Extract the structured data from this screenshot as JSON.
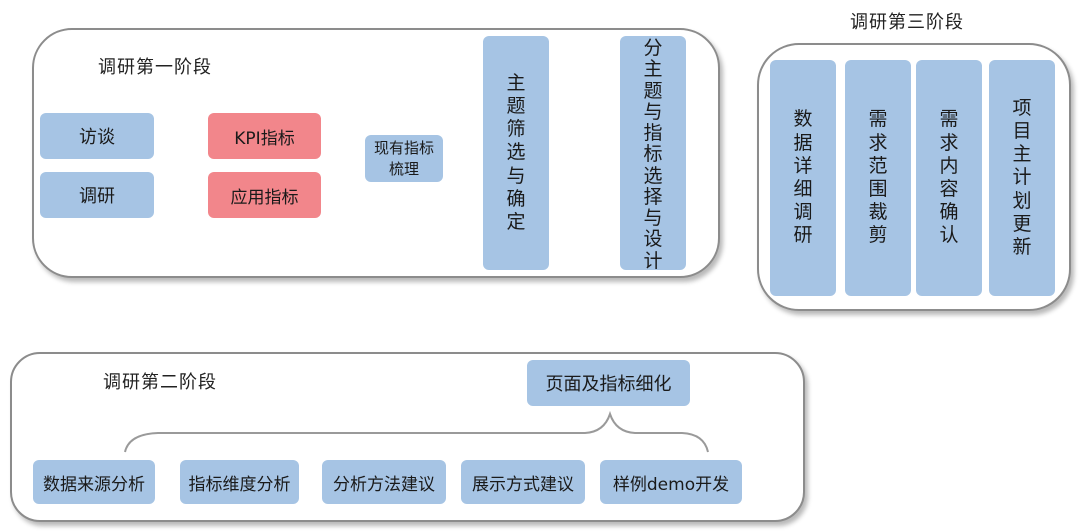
{
  "stage1": {
    "title": "调研第一阶段",
    "interview": "访谈",
    "research": "调研",
    "kpi": "KPI指标",
    "app_metrics": "应用指标",
    "existing_metrics": "现有指标梳理",
    "topic_select": "主题筛选与确定",
    "subtopic_design": "分主题与指标选择与设计"
  },
  "stage3": {
    "title": "调研第三阶段",
    "items": [
      "数据详细调研",
      "需求范围裁剪",
      "需求内容确认",
      "项目主计划更新"
    ]
  },
  "stage2": {
    "title": "调研第二阶段",
    "page_refine": "页面及指标细化",
    "items": [
      "数据来源分析",
      "指标维度分析",
      "分析方法建议",
      "展示方式建议",
      "样例demo开发"
    ]
  },
  "colors": {
    "box_blue": "#a6c4e4",
    "box_red": "#f2868b",
    "border": "#8c8c8c"
  }
}
